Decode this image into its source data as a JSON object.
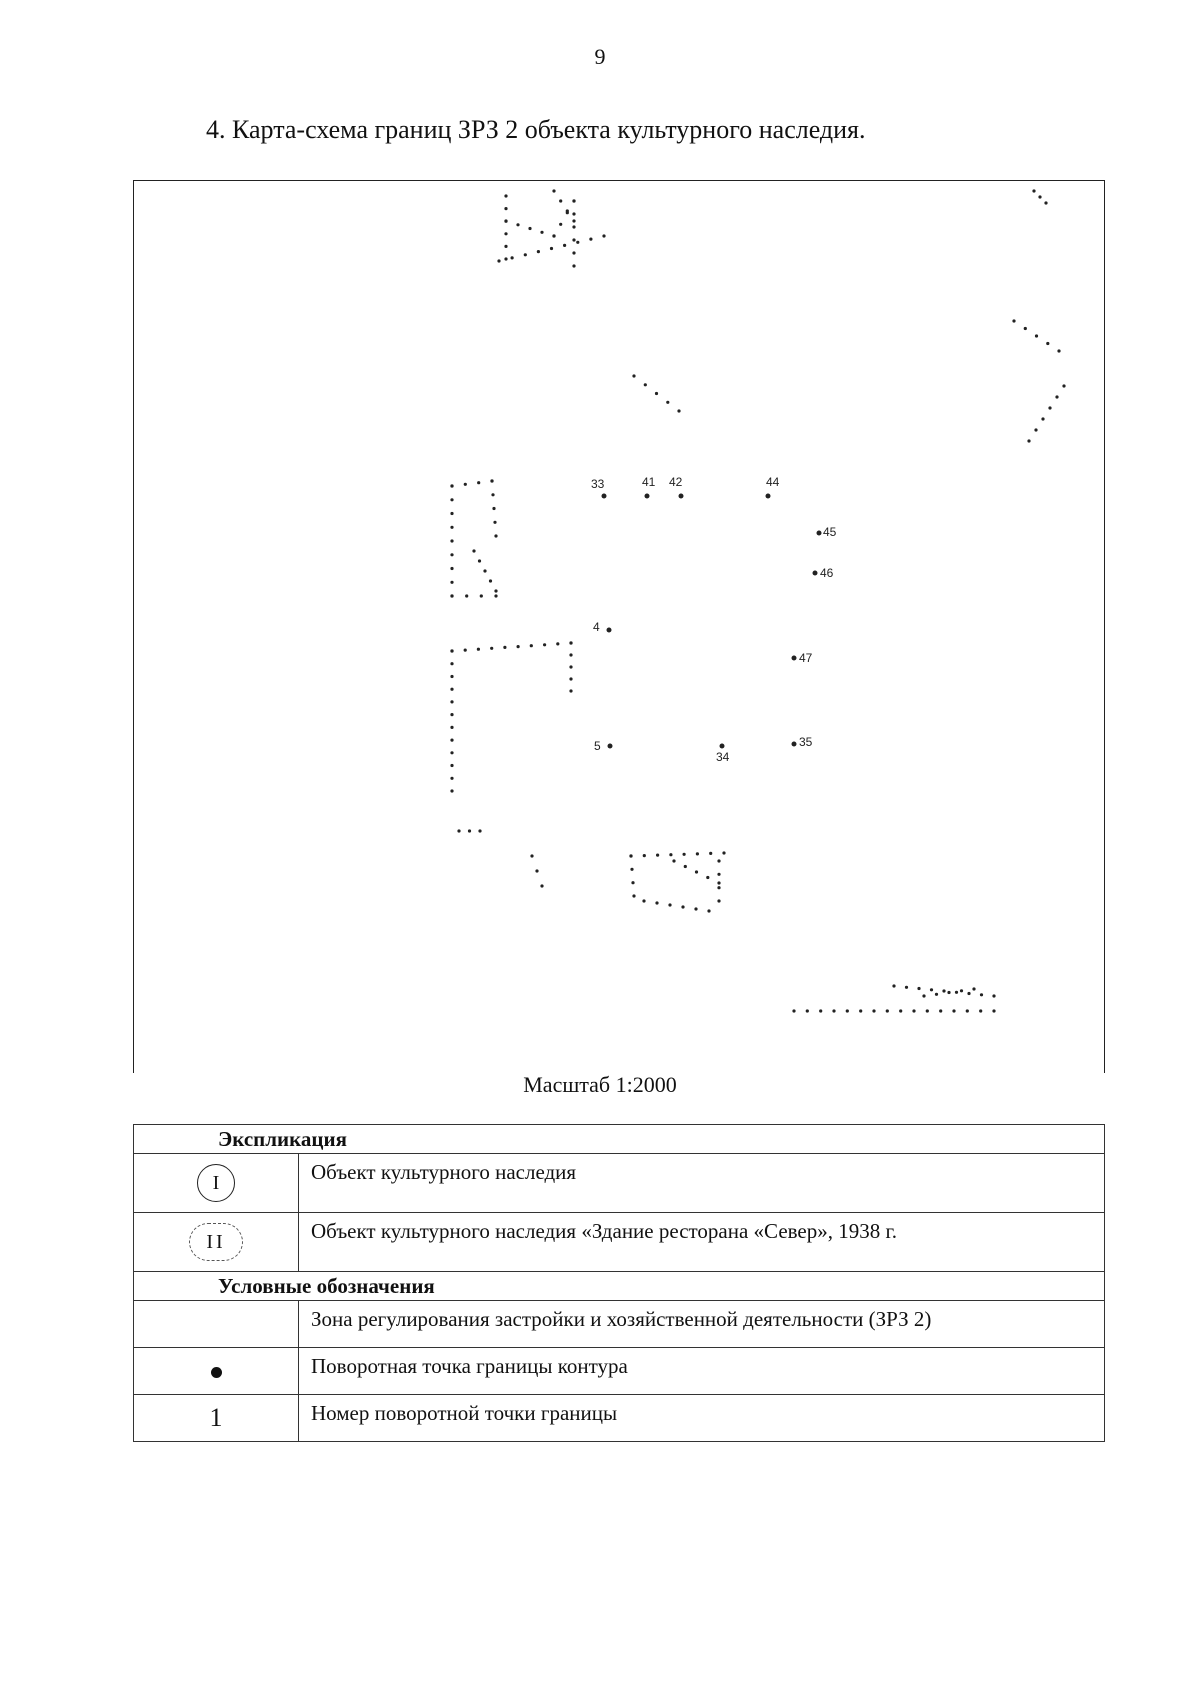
{
  "page": {
    "number": "9"
  },
  "heading": "4. Карта-схема границ ЗРЗ 2 объекта культурного наследия.",
  "map": {
    "point_labels": [
      "33",
      "41",
      "42",
      "44",
      "45",
      "46",
      "4",
      "47",
      "5",
      "34",
      "35"
    ]
  },
  "scale_text": "Масштаб 1:2000",
  "legend": {
    "explication_title": "Экспликация",
    "explication": [
      {
        "symbol": "I",
        "text": "Объект культурного наследия"
      },
      {
        "symbol": "II",
        "text": "Объект культурного наследия «Здание ресторана «Север», 1938 г."
      }
    ],
    "symbols_title": "Условные обозначения",
    "symbols": [
      {
        "text": "Зона регулирования застройки и хозяйственной деятельности (ЗРЗ 2)"
      },
      {
        "text": "Поворотная точка границы контура"
      },
      {
        "symbol": "1",
        "text": "Номер поворотной точки границы"
      }
    ]
  }
}
